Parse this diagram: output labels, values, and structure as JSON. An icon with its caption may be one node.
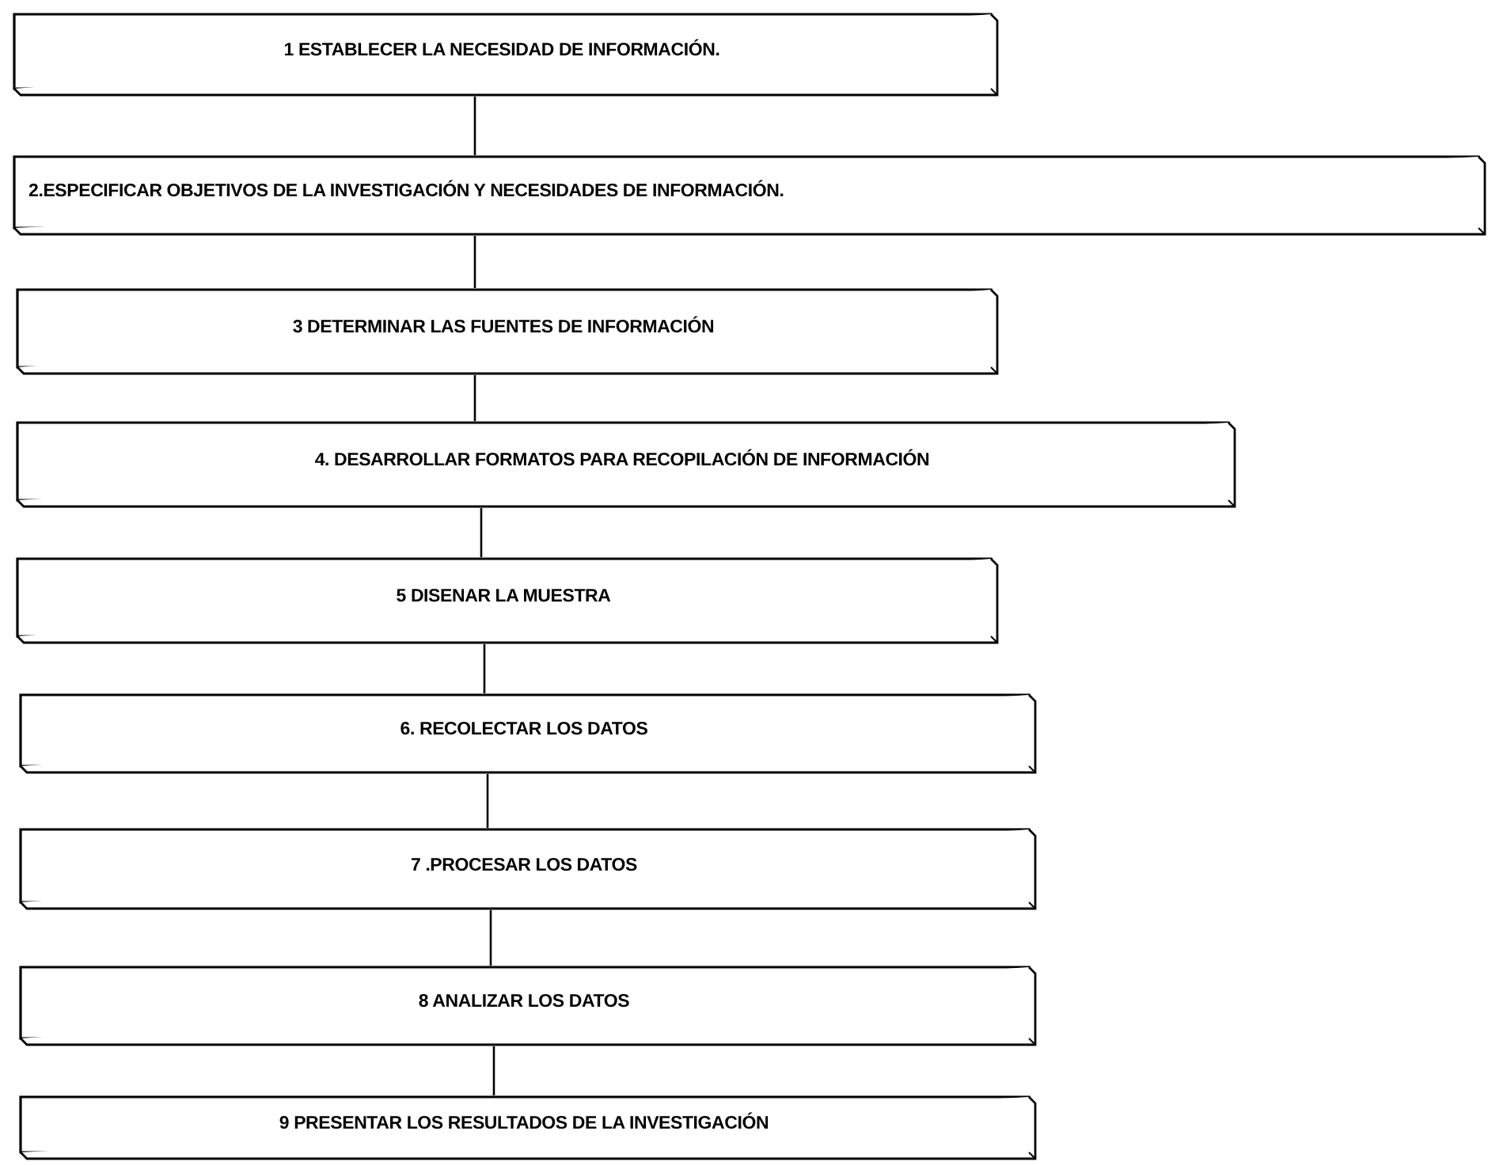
{
  "diagram": {
    "nodes": [
      {
        "text": [
          "1 ESTABLECER LA NECESIDAD DE INFORMACIÓN."
        ]
      },
      {
        "text": [
          "2.ESPECIFICAR OBJETIVOS DE LA INVESTIGACIÓN Y NECESIDADES DE INFORMACIÓN."
        ]
      },
      {
        "text": [
          "3 DETERMINAR LAS FUENTES DE INFORMACIÓN"
        ]
      },
      {
        "text": [
          "4. DESARROLLAR FORMATOS PARA RECOPILACIÓN DE INFORMACIÓN"
        ]
      },
      {
        "text": [
          "5 DISENAR LA MUESTRA"
        ]
      },
      {
        "text": [
          "6. RECOLECTAR LOS DATOS"
        ]
      },
      {
        "text": [
          "7 .PROCESAR LOS DATOS"
        ]
      },
      {
        "text": [
          "8 ANALIZAR LOS DATOS"
        ]
      },
      {
        "text": [
          "9 PRESENTAR LOS RESULTADOS DE LA INVESTIGACIÓN"
        ]
      }
    ],
    "edges": [
      {
        "from": 0,
        "to": 1,
        "arrow": "none"
      },
      {
        "from": 1,
        "to": 2,
        "arrow": "none"
      },
      {
        "from": 2,
        "to": 3,
        "arrow": "none"
      },
      {
        "from": 3,
        "to": 4,
        "arrow": "none"
      },
      {
        "from": 4,
        "to": 5,
        "arrow": "none"
      },
      {
        "from": 5,
        "to": 6,
        "arrow": "none"
      },
      {
        "from": 6,
        "to": 7,
        "arrow": "none"
      },
      {
        "from": 7,
        "to": 8,
        "arrow": "none"
      }
    ]
  }
}
